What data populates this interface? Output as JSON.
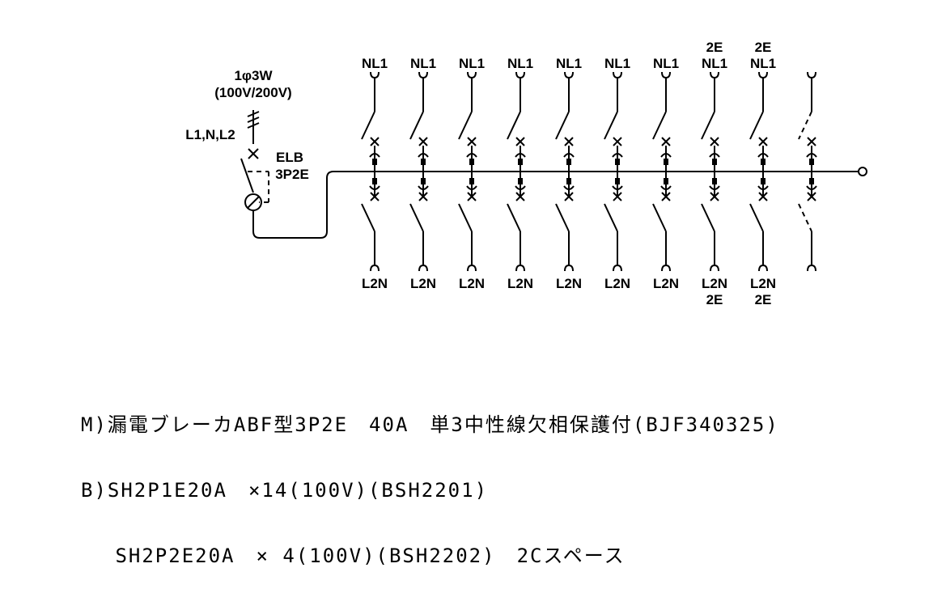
{
  "supply": {
    "phase_label": "1φ3W",
    "voltage_label": "(100V/200V)",
    "line_label": "L1,N,L2"
  },
  "main_breaker": {
    "type_label": "ELB",
    "poles_label": "3P2E"
  },
  "branches": [
    {
      "top_extra": "",
      "top": "NL1",
      "bottom": "L2N",
      "bottom_extra": "",
      "spare": false
    },
    {
      "top_extra": "",
      "top": "NL1",
      "bottom": "L2N",
      "bottom_extra": "",
      "spare": false
    },
    {
      "top_extra": "",
      "top": "NL1",
      "bottom": "L2N",
      "bottom_extra": "",
      "spare": false
    },
    {
      "top_extra": "",
      "top": "NL1",
      "bottom": "L2N",
      "bottom_extra": "",
      "spare": false
    },
    {
      "top_extra": "",
      "top": "NL1",
      "bottom": "L2N",
      "bottom_extra": "",
      "spare": false
    },
    {
      "top_extra": "",
      "top": "NL1",
      "bottom": "L2N",
      "bottom_extra": "",
      "spare": false
    },
    {
      "top_extra": "",
      "top": "NL1",
      "bottom": "L2N",
      "bottom_extra": "",
      "spare": false
    },
    {
      "top_extra": "2E",
      "top": "NL1",
      "bottom": "L2N",
      "bottom_extra": "2E",
      "spare": false
    },
    {
      "top_extra": "2E",
      "top": "NL1",
      "bottom": "L2N",
      "bottom_extra": "2E",
      "spare": false
    },
    {
      "top_extra": "",
      "top": "",
      "bottom": "",
      "bottom_extra": "",
      "spare": true
    }
  ],
  "notes": [
    "M)漏電ブレーカABF型3P2E　40A　単3中性線欠相保護付(BJF340325)",
    "B)SH2P1E20A　×14(100V)(BSH2201)",
    "　 SH2P2E20A　× 4(100V)(BSH2202)　2Cスペース"
  ]
}
